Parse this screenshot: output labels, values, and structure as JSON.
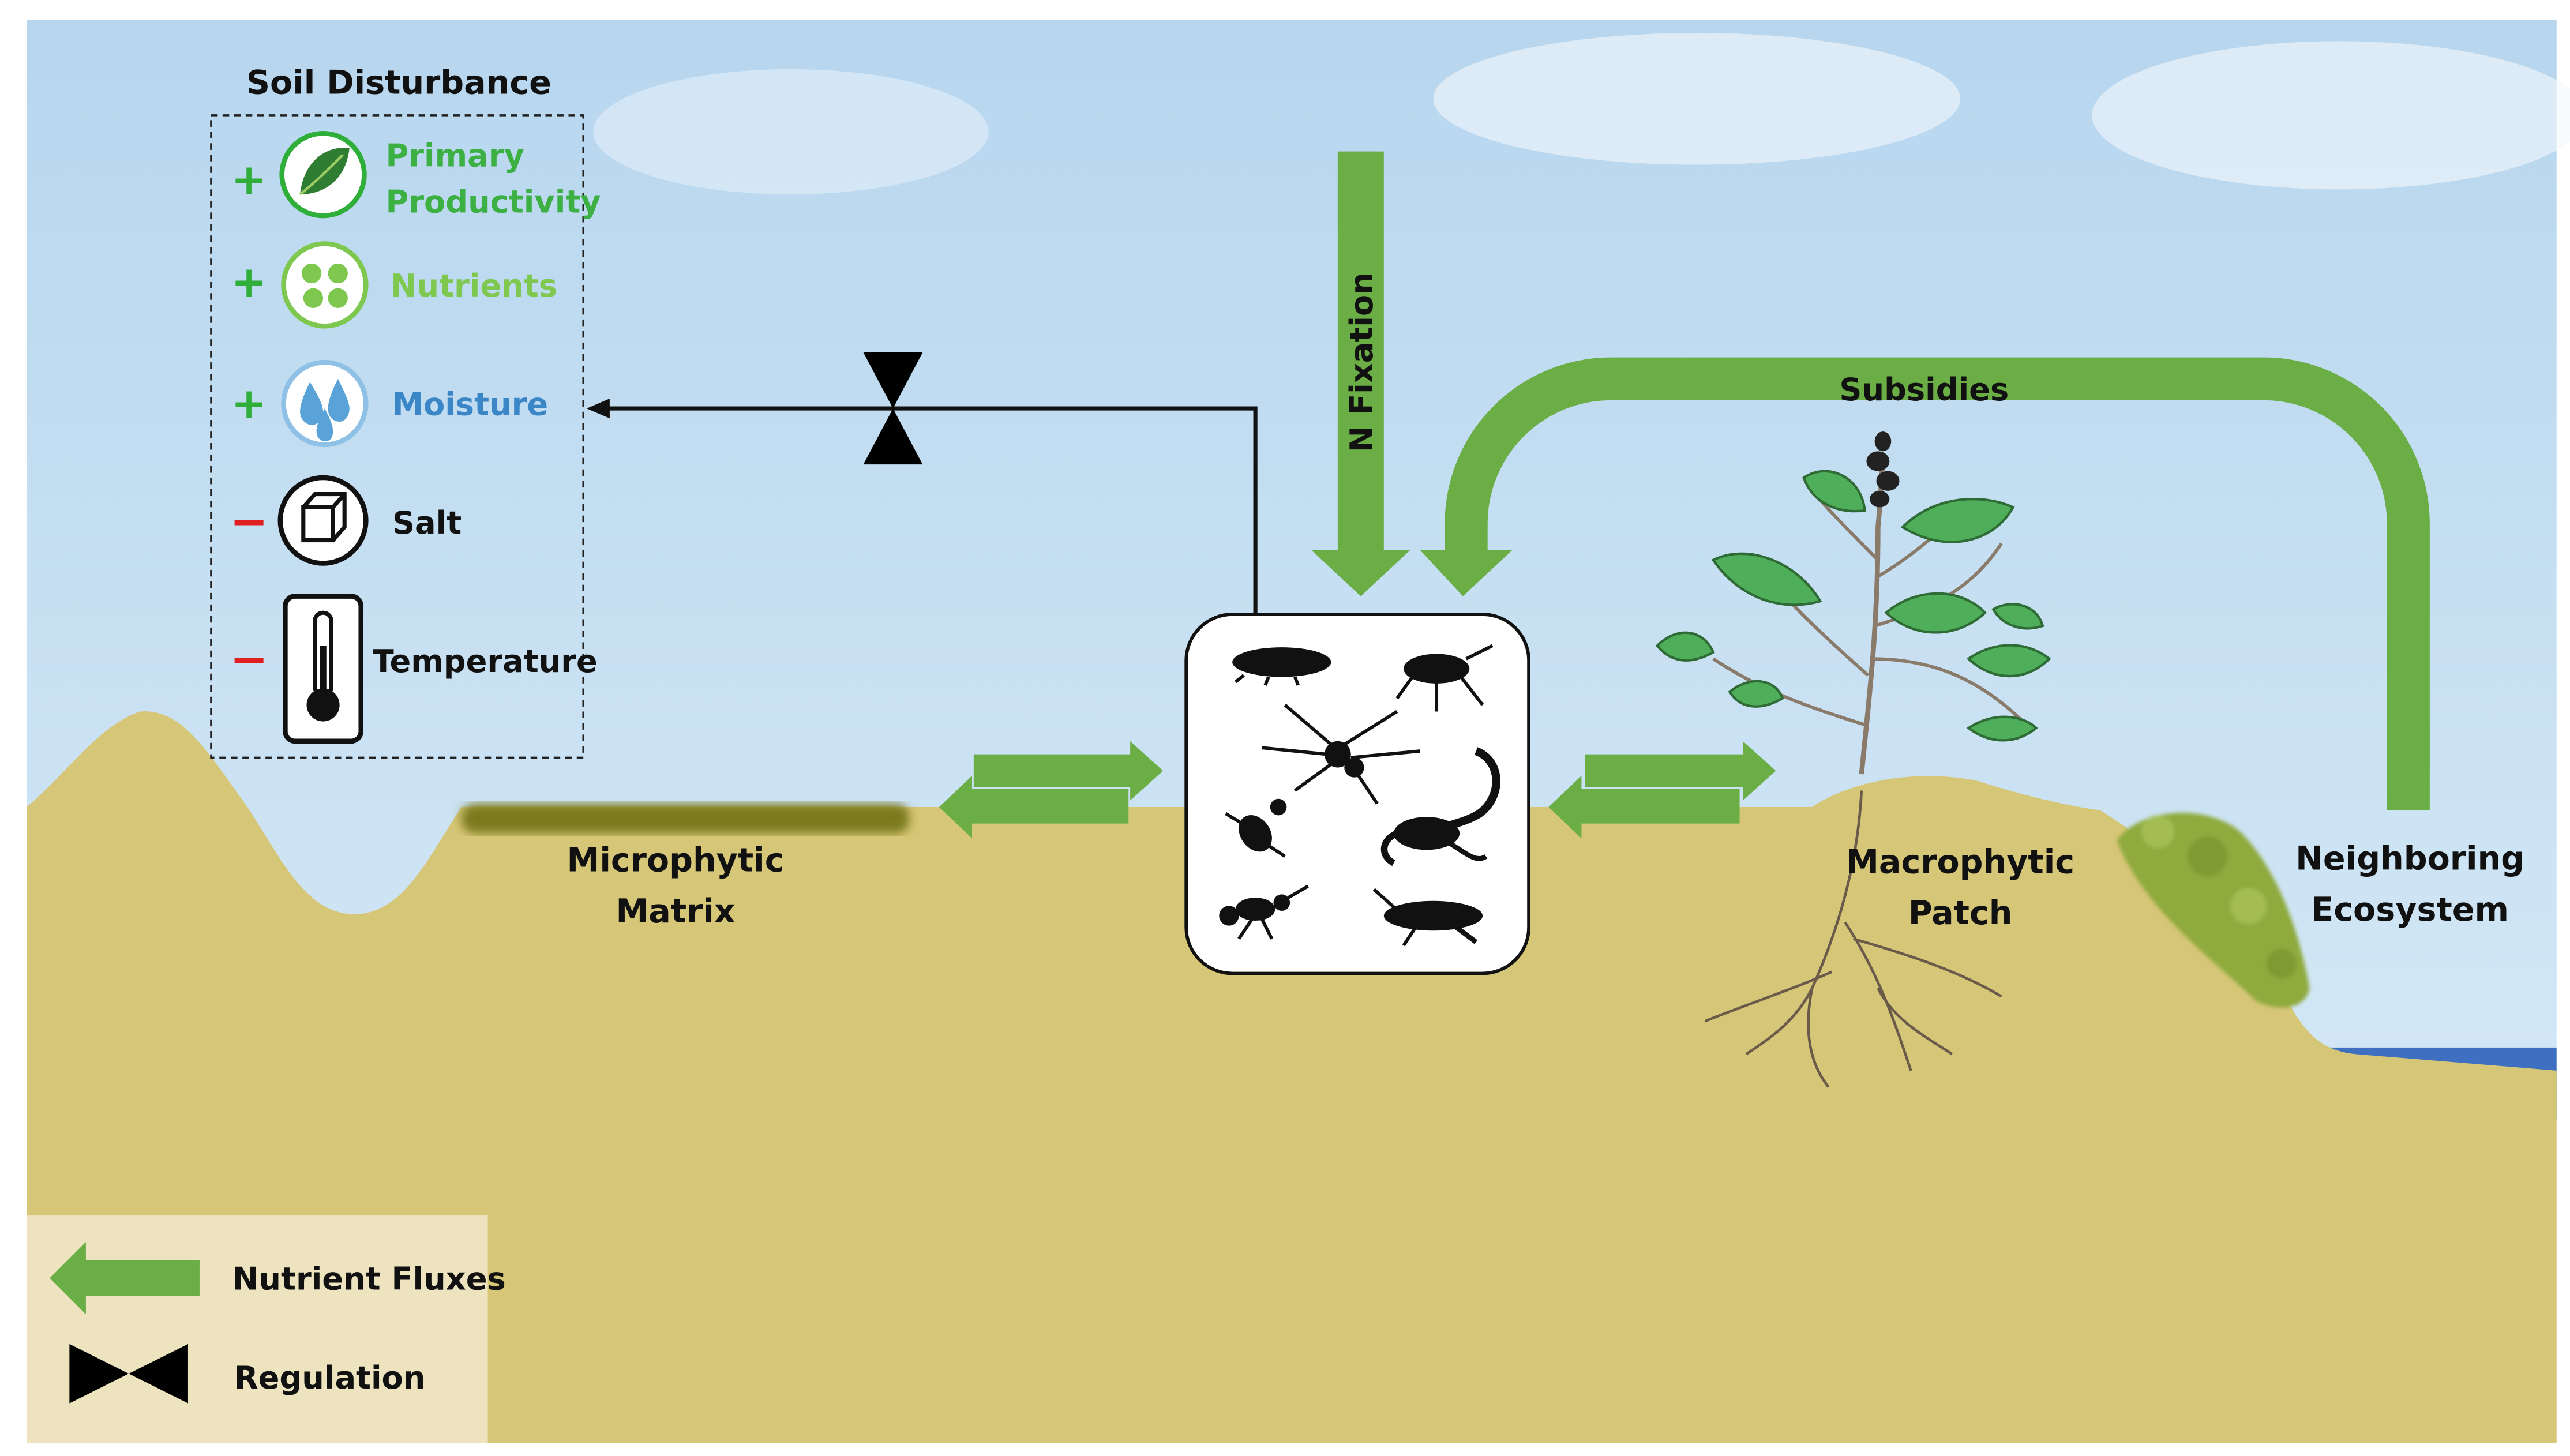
{
  "panel": {
    "title": "Soil Disturbance",
    "items": [
      {
        "sign": "+",
        "sign_color": "#2fae3a",
        "label_lines": [
          "Primary",
          "Productivity"
        ],
        "label_color": "#3cb043",
        "icon": "leaf-icon"
      },
      {
        "sign": "+",
        "sign_color": "#2fae3a",
        "label_lines": [
          "Nutrients"
        ],
        "label_color": "#7ec850",
        "icon": "nutrients-icon"
      },
      {
        "sign": "+",
        "sign_color": "#2fae3a",
        "label_lines": [
          "Moisture"
        ],
        "label_color": "#3a86c6",
        "icon": "water-drops-icon"
      },
      {
        "sign": "−",
        "sign_color": "#e02020",
        "label_lines": [
          "Salt"
        ],
        "label_color": "#111111",
        "icon": "salt-cube-icon"
      },
      {
        "sign": "−",
        "sign_color": "#e02020",
        "label_lines": [
          "Temperature"
        ],
        "label_color": "#111111",
        "icon": "thermometer-icon"
      }
    ]
  },
  "labels": {
    "n_fixation": "N Fixation",
    "subsidies": "Subsidies",
    "microphytic": [
      "Microphytic",
      "Matrix"
    ],
    "macrophytic": [
      "Macrophytic",
      "Patch"
    ],
    "neighboring": [
      "Neighboring",
      "Ecosystem"
    ]
  },
  "legend": {
    "flux_label": "Nutrient Fluxes",
    "regulation_label": "Regulation"
  },
  "colors": {
    "arrow_green": "#6aae45",
    "soil": "#d6c677",
    "sky_top": "#b9d8ef",
    "sky_bottom": "#dbecf8",
    "water": "#3f6fc0",
    "crust": "#7a7a1e",
    "legend_bg": "#ede4bf"
  }
}
